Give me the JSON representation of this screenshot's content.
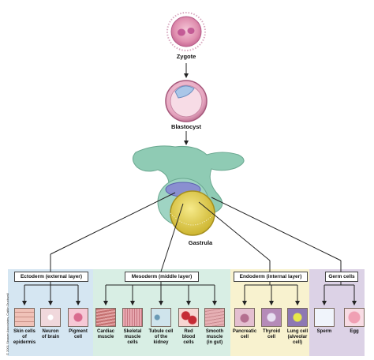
{
  "stages": {
    "zygote": "Zygote",
    "blastocyst": "Blastocyst",
    "gastrula": "Gastrula"
  },
  "layers": [
    {
      "key": "ectoderm",
      "title": "Ectoderm (external layer)",
      "color": "#d5e6f2",
      "cells": [
        "Skin cells\nof\nepidermis",
        "Neuron\nof brain",
        "Pigment\ncell"
      ]
    },
    {
      "key": "mesoderm",
      "title": "Mesoderm (middle layer)",
      "color": "#d8eee4",
      "cells": [
        "Cardiac\nmuscle",
        "Skeletal\nmuscle\ncells",
        "Tubule cell\nof the\nkidney",
        "Red\nblood\ncells",
        "Smooth\nmuscle\n(in gut)"
      ]
    },
    {
      "key": "endoderm",
      "title": "Endoderm (internal layer)",
      "color": "#f8f2cf",
      "cells": [
        "Pancreatic\ncell",
        "Thyroid\ncell",
        "Lung cell\n(alveolar\ncell)"
      ]
    },
    {
      "key": "germ",
      "title": "Germ cells",
      "color": "#dcd2e6",
      "cells": [
        "Sperm",
        "Egg"
      ]
    }
  ],
  "copyright": "© 2001 Sinauer Associates, Caitlin Duckwall",
  "colors": {
    "ectoderm": "#d5e6f2",
    "mesoderm": "#d8eee4",
    "endoderm": "#f8f2cf",
    "germ": "#dcd2e6",
    "tissue_green": "#8fcbb4",
    "yolk": "#e8d44a",
    "mesoderm_band": "#8a8fd0"
  }
}
